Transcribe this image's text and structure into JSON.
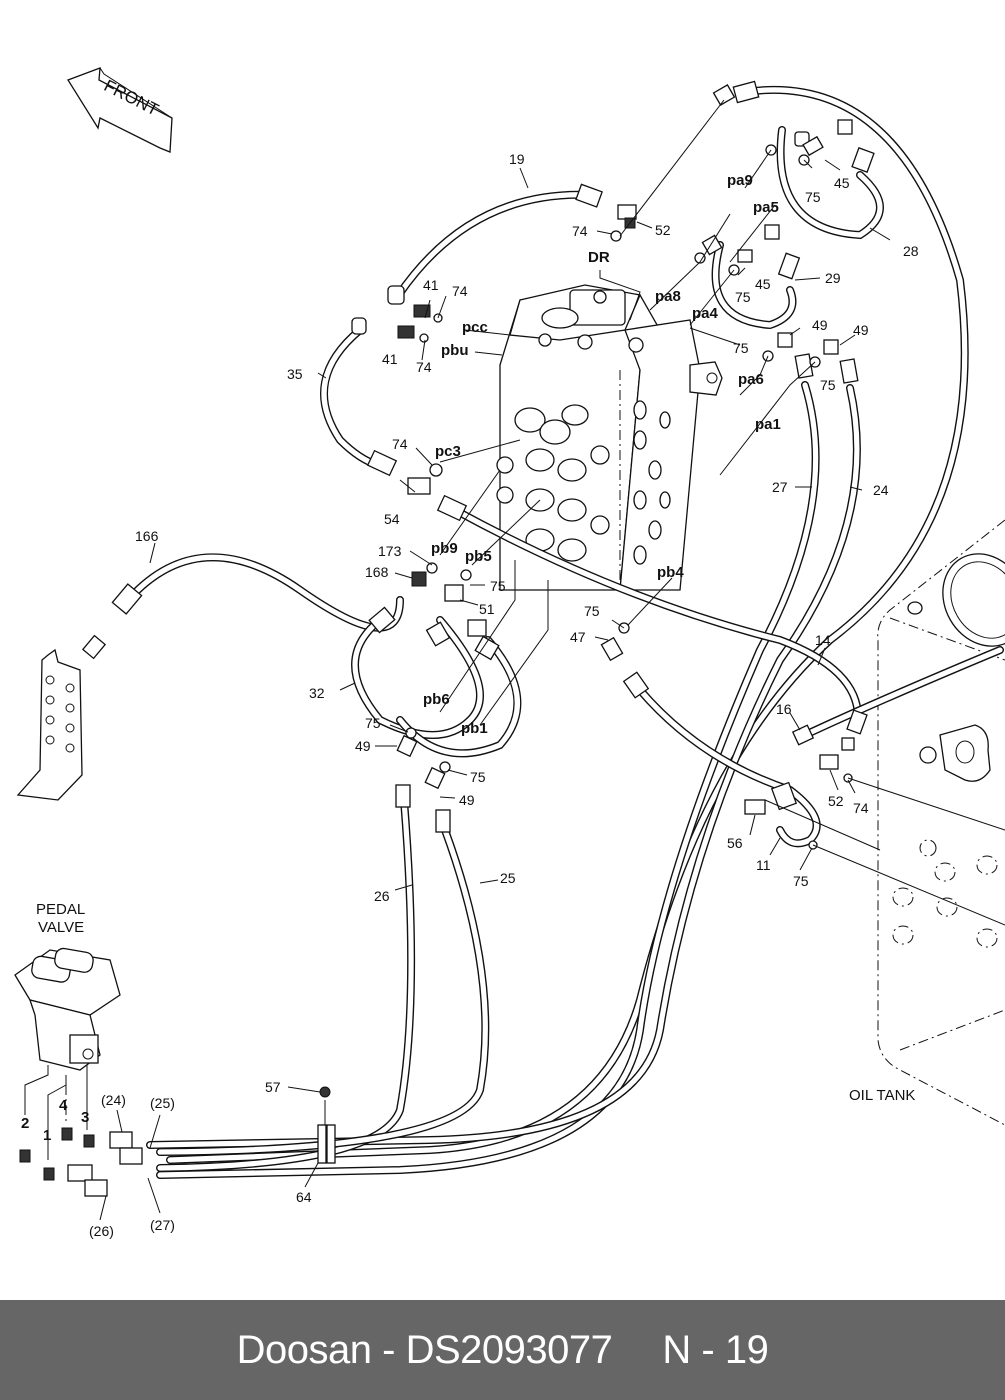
{
  "diagram": {
    "front_arrow_label": "FRONT",
    "pedal_valve_label_line1": "PEDAL",
    "pedal_valve_label_line2": "VALVE",
    "oil_tank_label": "OIL TANK",
    "ports": {
      "dr": "DR",
      "pcc": "pcc",
      "pbu": "pbu",
      "pc3": "pc3",
      "pa9": "pa9",
      "pa5": "pa5",
      "pa8": "pa8",
      "pa4": "pa4",
      "pa6": "pa6",
      "pa1": "pa1",
      "pb9": "pb9",
      "pb5": "pb5",
      "pb4": "pb4",
      "pb6": "pb6",
      "pb1": "pb1",
      "p1": "1",
      "p2": "2",
      "p3": "3",
      "p4": "4"
    },
    "callouts": {
      "c19": "19",
      "c52a": "52",
      "c74a": "74",
      "c41a": "41",
      "c74b": "74",
      "c41b": "41",
      "c74c": "74",
      "c35": "35",
      "c74d": "74",
      "c54": "54",
      "c75a": "75",
      "c45a": "45",
      "c28": "28",
      "c75b": "75",
      "c45b": "45",
      "c29": "29",
      "c49a": "49",
      "c49b": "49",
      "c75c": "75",
      "c75d": "75",
      "c27": "27",
      "c24": "24",
      "c166": "166",
      "c173": "173",
      "c168": "168",
      "c75e": "75",
      "c51": "51",
      "c75f": "75",
      "c47": "47",
      "c14": "14",
      "c32": "32",
      "c75g": "75",
      "c49c": "49",
      "c75h": "75",
      "c49d": "49",
      "c16": "16",
      "c52b": "52",
      "c74e": "74",
      "c56": "56",
      "c11": "11",
      "c75i": "75",
      "c26": "26",
      "c25": "25",
      "c57": "57",
      "c64": "64",
      "r24": "(24)",
      "r25": "(25)",
      "r26": "(26)",
      "r27": "(27)"
    }
  },
  "footer": {
    "brand": "Doosan - DS2093077",
    "page": "N - 19"
  }
}
